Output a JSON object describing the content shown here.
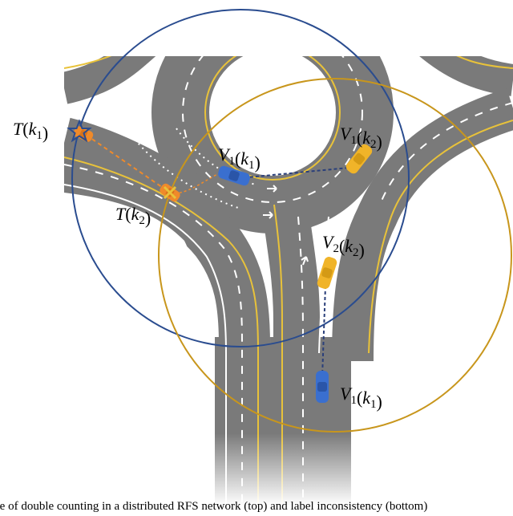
{
  "labels": {
    "target_k1": "T(k1)",
    "target_k2": "T(k2)",
    "v1_k1_top": "V1(k1)",
    "v1_k2": "V1(k2)",
    "v2_k2": "V2(k2)",
    "v1_k1_bottom": "V1(k1)"
  },
  "caption": "ple of double counting in a distributed RFS network (top) and label inconsistency (bottom)",
  "colors": {
    "road": "#7a7a7a",
    "lane_yellow": "#e8c23a",
    "lane_white": "#ffffff",
    "circle_blue": "#2a4c8f",
    "circle_gold": "#c8961c",
    "car_blue": "#3a6fcf",
    "car_yellow": "#f0b429",
    "car_orange": "#ef8a2a",
    "link_blue": "#2a3f7a",
    "link_orange": "#ef8a2a"
  }
}
